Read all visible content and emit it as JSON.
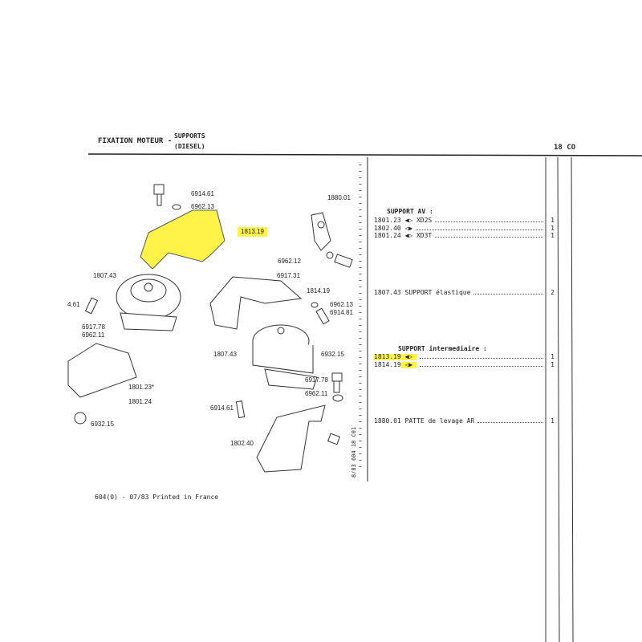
{
  "header": {
    "title": "FIXATION MOTEUR -",
    "subtitle_1": "SUPPORTS",
    "subtitle_2": "(DIESEL)",
    "page_ref": "18 CO"
  },
  "diagram_labels": {
    "l1": "6914.61",
    "l2": "6962.13",
    "l3": "1813.19",
    "l4": "1880.01",
    "l5": "6962.12",
    "l6": "6917.31",
    "l7": "1814.19",
    "l8": "6962.13",
    "l9": "6914.81",
    "l10": "1807.43",
    "l11": "4.61",
    "l12": "6917.78",
    "l13": "6962.11",
    "l14": "1801.23*",
    "l15": "1801.24",
    "l16": "6932.15",
    "l17": "1807.43",
    "l18": "6932.15",
    "l19": "6917.78",
    "l20": "6962.11",
    "l21": "6914.61",
    "l22": "1802.40"
  },
  "side_code": "8/83 604 18 C01",
  "footer": "604(0) - 07/83 Printed in France",
  "parts_list": {
    "group1_title": "SUPPORT AV :",
    "group1": [
      {
        "ref": "1801.23",
        "desc": "XD2S",
        "qty": "1"
      },
      {
        "ref": "1802.40",
        "desc": "",
        "qty": "1"
      },
      {
        "ref": "1801.24",
        "desc": "XD3T",
        "qty": "1"
      }
    ],
    "row_elastic": {
      "ref": "1807.43",
      "desc": "SUPPORT élastique",
      "qty": "2"
    },
    "group2_title": "SUPPORT intermediaire :",
    "group2": [
      {
        "ref": "1813.19",
        "desc": "",
        "qty": "1"
      },
      {
        "ref": "1814.19",
        "desc": "",
        "qty": "1"
      }
    ],
    "row_patte": {
      "ref": "1880.01",
      "desc": "PATTE de levage AR",
      "qty": "1"
    }
  },
  "colors": {
    "highlight": "#fff34a"
  }
}
